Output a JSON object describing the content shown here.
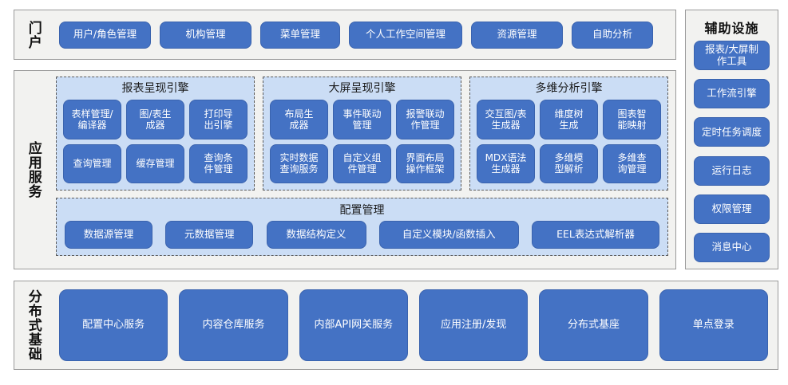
{
  "portal": {
    "label": "门户",
    "items": [
      "用户/角色管理",
      "机构管理",
      "菜单管理",
      "个人工作空间管理",
      "资源管理",
      "自助分析"
    ]
  },
  "app_services": {
    "label": "应用服务",
    "engines": [
      {
        "title": "报表呈现引擎",
        "items": [
          "表样管理/\n编译器",
          "图/表生\n成器",
          "打印导\n出引擎",
          "查询管理",
          "缓存管理",
          "查询条\n件管理"
        ]
      },
      {
        "title": "大屏呈现引擎",
        "items": [
          "布局生\n成器",
          "事件联动\n管理",
          "报警联动\n作管理",
          "实时数据\n查询服务",
          "自定义组\n件管理",
          "界面布局\n操作框架"
        ]
      },
      {
        "title": "多维分析引擎",
        "items": [
          "交互图/表\n生成器",
          "维度树\n生成",
          "图表智\n能映射",
          "MDX语法\n生成器",
          "多维模\n型解析",
          "多维查\n询管理"
        ]
      }
    ],
    "config": {
      "title": "配置管理",
      "items": [
        "数据源管理",
        "元数据管理",
        "数据结构定义",
        "自定义模块/函数插入",
        "EEL表达式解析器"
      ]
    }
  },
  "aux": {
    "label": "辅助设施",
    "items": [
      "报表/大屏制\n作工具",
      "工作流引擎",
      "定时任务调度",
      "运行日志",
      "权限管理",
      "消息中心"
    ]
  },
  "base": {
    "label": "分布式基础",
    "items": [
      "配置中心服务",
      "内容仓库服务",
      "内部API网关服务",
      "应用注册/发现",
      "分布式基座",
      "单点登录"
    ]
  },
  "colors": {
    "button_fill": "#4472C4",
    "button_border": "#3A63AE",
    "panel_fill": "#F2F2F0",
    "panel_border": "#9A9A9A",
    "inner_fill": "#CBDDF5",
    "inner_border": "#5A5A5A",
    "text_light": "#FFFFFF",
    "text_dark": "#111111"
  }
}
